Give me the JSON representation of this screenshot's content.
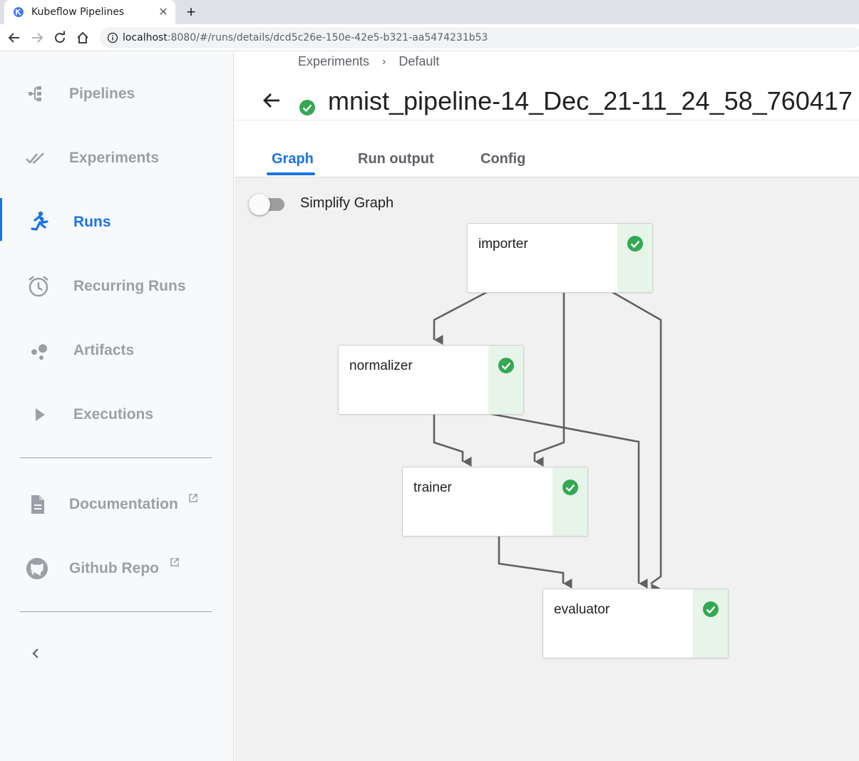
{
  "browser": {
    "tab_title": "Kubeflow Pipelines",
    "close_glyph": "✕",
    "newtab_glyph": "+",
    "url_host": "localhost",
    "url_rest": ":8080/#/runs/details/dcd5c26e-150e-42e5-b321-aa5474231b53"
  },
  "sidebar": {
    "items": [
      {
        "label": "Pipelines",
        "icon": "pipelines-icon"
      },
      {
        "label": "Experiments",
        "icon": "experiments-icon"
      },
      {
        "label": "Runs",
        "icon": "runs-icon",
        "active": true
      },
      {
        "label": "Recurring Runs",
        "icon": "alarm-clock-icon"
      },
      {
        "label": "Artifacts",
        "icon": "artifacts-icon"
      },
      {
        "label": "Executions",
        "icon": "play-icon"
      }
    ],
    "links": [
      {
        "label": "Documentation",
        "icon": "document-icon"
      },
      {
        "label": "Github Repo",
        "icon": "github-icon"
      }
    ]
  },
  "header": {
    "breadcrumb": [
      "Experiments",
      "Default"
    ],
    "breadcrumb_sep": "›",
    "title": "mnist_pipeline-14_Dec_21-11_24_58_760417",
    "status": "succeeded"
  },
  "tabs": [
    {
      "label": "Graph",
      "active": true
    },
    {
      "label": "Run output"
    },
    {
      "label": "Config"
    }
  ],
  "graph": {
    "simplify_label": "Simplify Graph",
    "simplify_on": false,
    "nodes": [
      {
        "name": "importer",
        "status": "succeeded"
      },
      {
        "name": "normalizer",
        "status": "succeeded"
      },
      {
        "name": "trainer",
        "status": "succeeded"
      },
      {
        "name": "evaluator",
        "status": "succeeded"
      }
    ]
  },
  "colors": {
    "accent": "#1a73e8",
    "success": "#34a853",
    "success_bg": "#e6f4ea",
    "muted": "#9aa0a6",
    "edge": "#616161"
  }
}
